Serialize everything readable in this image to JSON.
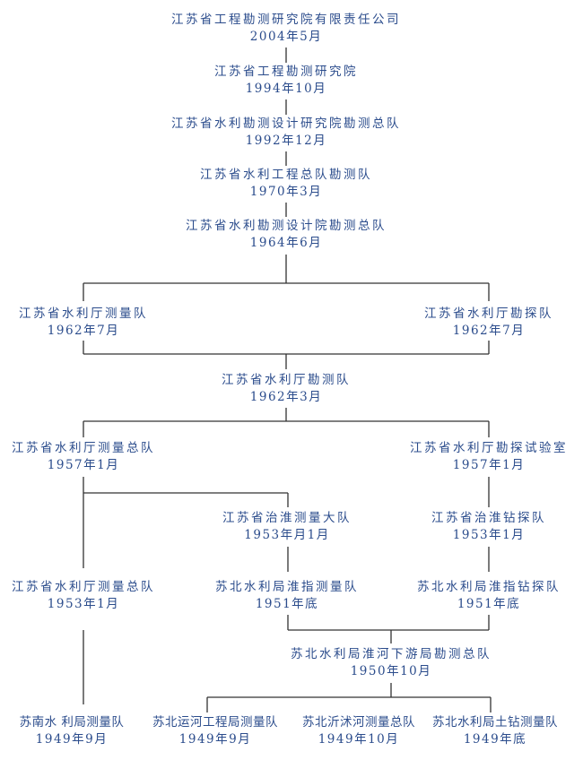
{
  "nodes": [
    {
      "name": "江苏省工程勘测研究院有限责任公司",
      "date": "2004年5月"
    },
    {
      "name": "江苏省工程勘测研究院",
      "date": "1994年10月"
    },
    {
      "name": "江苏省水利勘测设计研究院勘测总队",
      "date": "1992年12月"
    },
    {
      "name": "江苏省水利工程总队勘测队",
      "date": "1970年3月"
    },
    {
      "name": "江苏省水利勘测设计院勘测总队",
      "date": "1964年6月"
    },
    {
      "name": "江苏省水利厅测量队",
      "date": "1962年7月"
    },
    {
      "name": "江苏省水利厅勘探队",
      "date": "1962年7月"
    },
    {
      "name": "江苏省水利厅勘测队",
      "date": "1962年3月"
    },
    {
      "name": "江苏省水利厅测量总队",
      "date": "1957年1月"
    },
    {
      "name": "江苏省水利厅勘探试验室",
      "date": "1957年1月"
    },
    {
      "name": "江苏省治淮测量大队",
      "date": "1953年月1月"
    },
    {
      "name": "江苏省治淮钻探队",
      "date": "1953年1月"
    },
    {
      "name": "江苏省水利厅测量总队",
      "date": "1953年1月"
    },
    {
      "name": "苏北水利局淮指测量队",
      "date": "1951年底"
    },
    {
      "name": "苏北水利局淮指钻探队",
      "date": "1951年底"
    },
    {
      "name": "苏北水利局淮河下游局勘测总队",
      "date": "1950年10月"
    },
    {
      "name": "苏南水 利局测量队",
      "date": "1949年9月"
    },
    {
      "name": "苏北运河工程局测量队",
      "date": "1949年9月"
    },
    {
      "name": "苏北沂沭河测量总队",
      "date": "1949年10月"
    },
    {
      "name": "苏北水利局土钻测量队",
      "date": "1949年底"
    }
  ],
  "colors": {
    "text": "#2b4c8c",
    "line": "#333333"
  }
}
